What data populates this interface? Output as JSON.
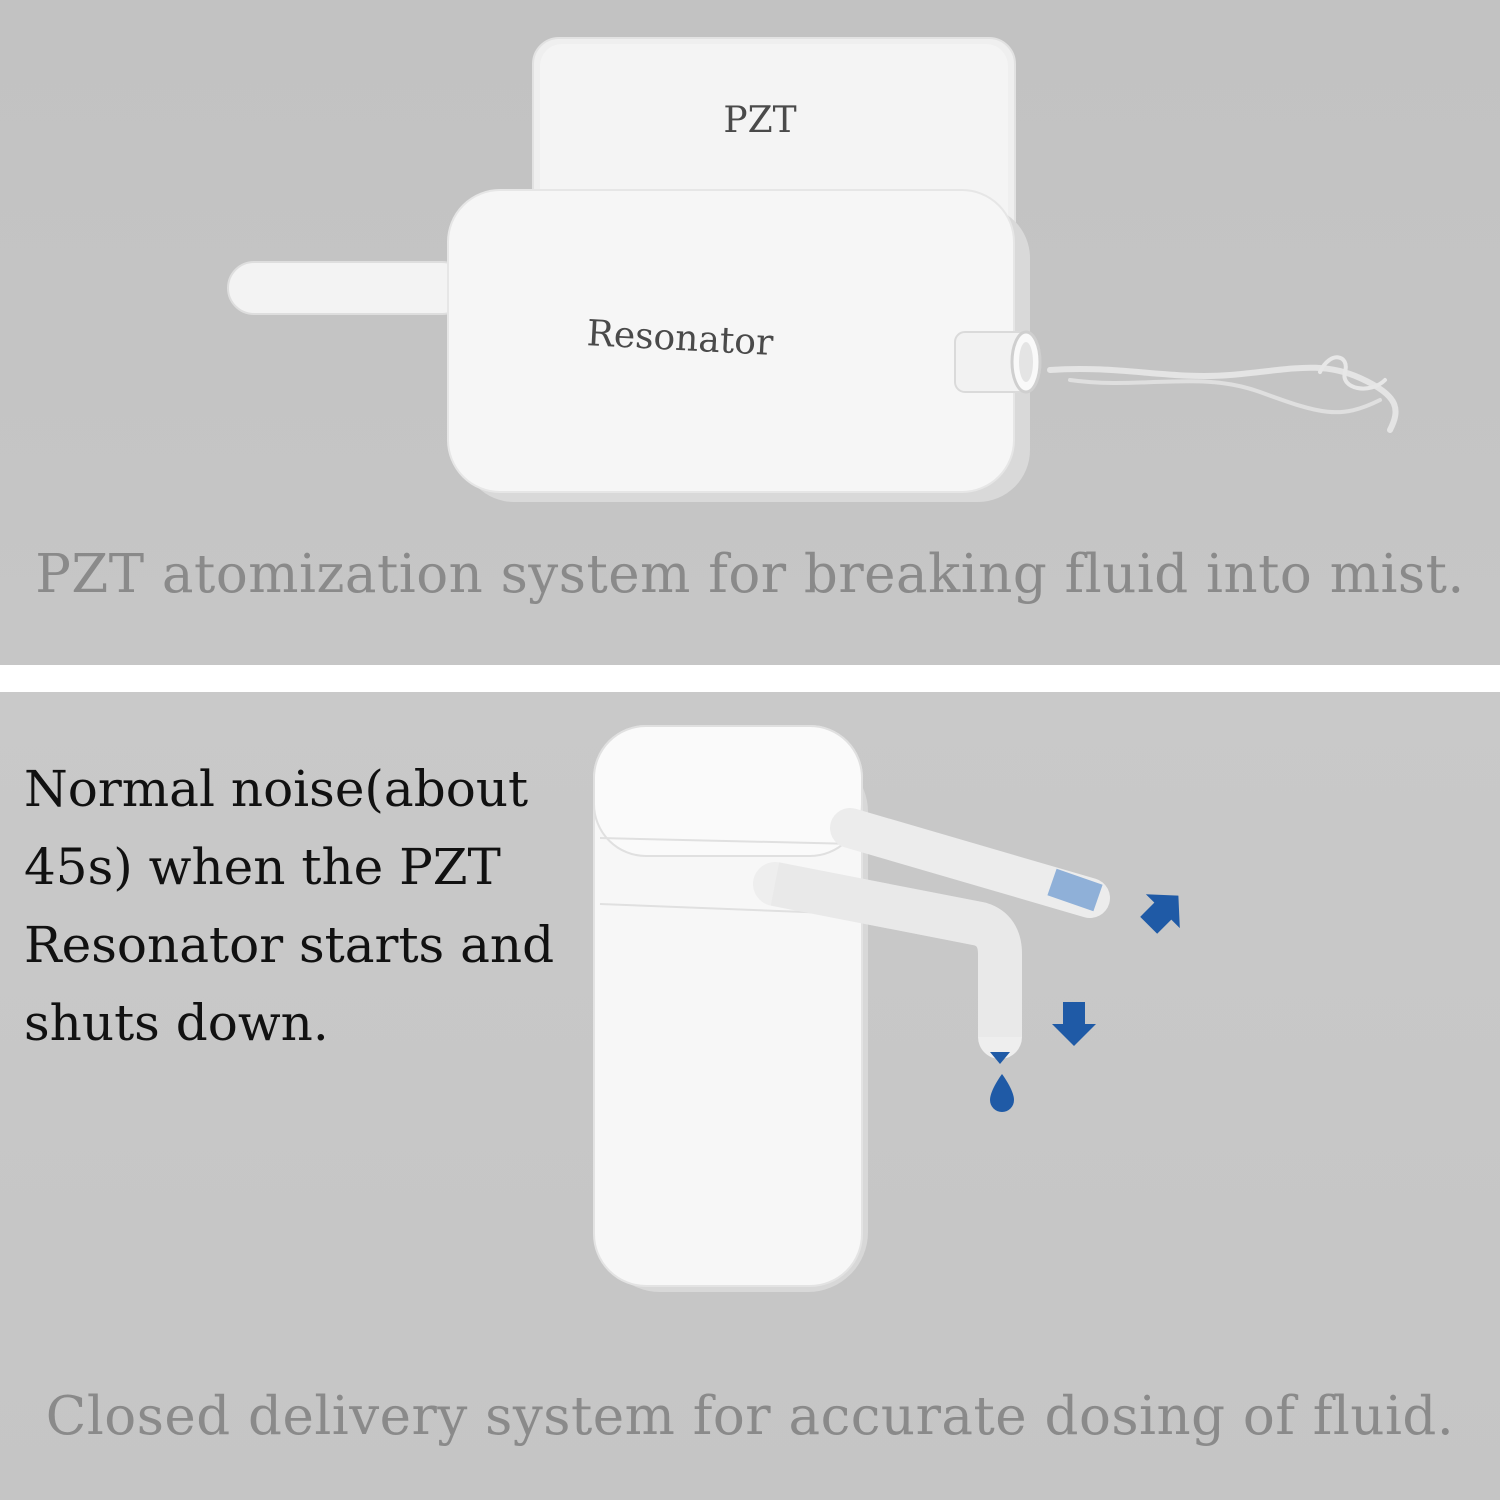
{
  "top_panel": {
    "pzt_label": "PZT",
    "resonator_label": "Resonator",
    "caption": "PZT atomization system for breaking fluid into mist."
  },
  "bottom_panel": {
    "note": "Normal noise(about 45s) when the PZT Resonator starts and shuts down.",
    "caption": "Closed delivery system for accurate dosing of fluid."
  },
  "colors": {
    "panel_background": "#c4c4c4",
    "device_white": "#f5f5f5",
    "caption_gray": "#8a8a8a",
    "arrow_blue": "#1f5aa6",
    "note_text": "#111111"
  }
}
